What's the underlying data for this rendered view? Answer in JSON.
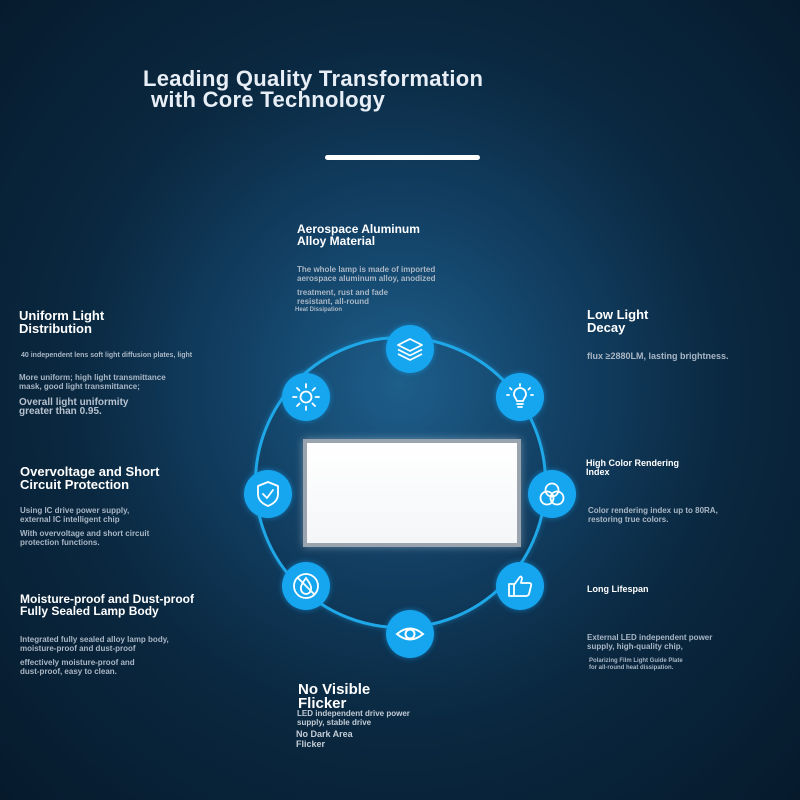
{
  "title": {
    "line1": "Leading Quality Transformation",
    "line2": "with Core Technology"
  },
  "features": {
    "aerospace": {
      "heading": "Aerospace Aluminum\n Alloy Material",
      "desc1": "The whole lamp is made of imported\n aerospace aluminum alloy, anodized",
      "desc2": "treatment, rust and fade\n resistant, all-round",
      "desc3": "Heat Dissipation"
    },
    "uniform": {
      "heading": "Uniform Light\n Distribution",
      "desc1": "40 independent lens soft light diffusion plates, light",
      "desc2": "More uniform; high light transmittance\n mask, good light transmittance;",
      "desc3": "Overall light uniformity\n greater than 0.95."
    },
    "overvoltage": {
      "heading": "Overvoltage and Short\n Circuit Protection",
      "desc1": "Using IC drive power supply,\n external IC intelligent chip",
      "desc2": "With overvoltage and short circuit\n protection functions."
    },
    "moisture": {
      "heading": "Moisture-proof and Dust-proof\n Fully Sealed Lamp Body",
      "desc1": "Integrated fully sealed alloy lamp body,\n moisture-proof and dust-proof",
      "desc2": "effectively moisture-proof and\n dust-proof, easy to clean."
    },
    "flicker": {
      "heading": "No Visible\n Flicker",
      "desc1": "LED independent drive power\n supply, stable drive",
      "desc2": "No Dark Area\n Flicker"
    },
    "low_decay": {
      "heading": "Low Light\n Decay",
      "desc1": "flux ≥2880LM, lasting brightness."
    },
    "color_rendering": {
      "heading": "High Color Rendering\n Index",
      "desc1": "Color rendering index up to 80RA,\n restoring true colors."
    },
    "lifespan": {
      "heading": "Long Lifespan",
      "desc1": "External LED independent power\n supply, high-quality chip,",
      "desc2": "Polarizing Film Light Guide Plate\n for all-round heat dissipation."
    }
  },
  "icons": [
    "layers-icon",
    "bulb-icon",
    "color-circles-icon",
    "thumbs-up-icon",
    "eye-icon",
    "no-water-drop-icon",
    "shield-check-icon",
    "sun-icon"
  ],
  "colors": {
    "accent": "#16a6ef",
    "ring": "#1fa8e8",
    "background": "#0a2840"
  }
}
